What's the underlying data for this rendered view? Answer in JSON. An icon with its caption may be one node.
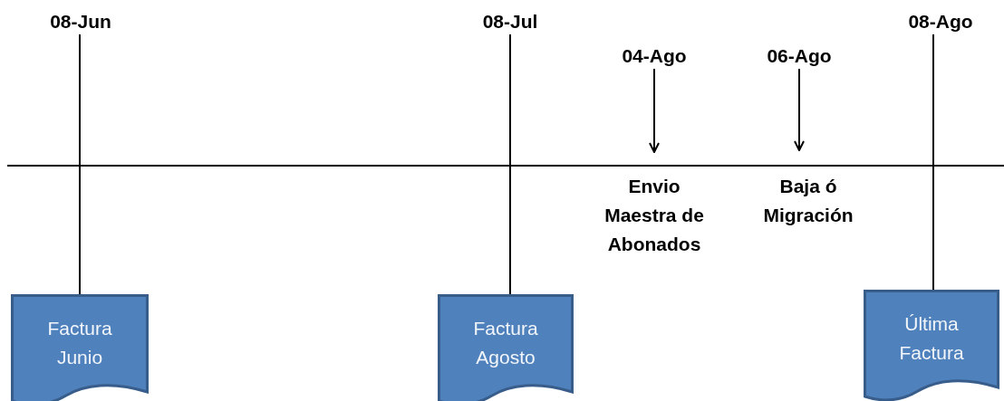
{
  "diagram": {
    "nodes": [
      {
        "text": [
          "08-Jun"
        ]
      },
      {
        "text": [
          "Factura Junio"
        ]
      },
      {
        "text": [
          "08-Jul"
        ]
      },
      {
        "text": [
          "Factura Agosto"
        ]
      },
      {
        "text": [
          "04-Ago"
        ]
      },
      {
        "text": [
          "06-Ago"
        ]
      },
      {
        "text": [
          "08-Ago"
        ]
      },
      {
        "text": [
          "Última Factura"
        ]
      }
    ],
    "edges": [
      {
        "from": 0,
        "to": 1,
        "arrow": "none"
      },
      {
        "from": 2,
        "to": 3,
        "arrow": "none"
      },
      {
        "from": 4,
        "to": null,
        "arrow": "to"
      },
      {
        "from": 5,
        "to": null,
        "arrow": "to"
      },
      {
        "from": 6,
        "to": 7,
        "arrow": "none"
      }
    ],
    "labels": [
      "Envio Maestra de Abonados",
      "Baja ó Migración"
    ]
  }
}
